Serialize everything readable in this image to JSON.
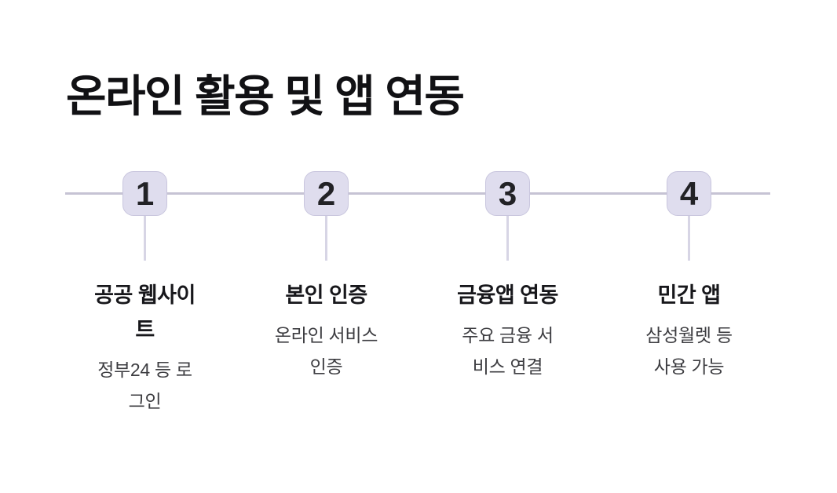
{
  "title": "온라인 활용 및 앱 연동",
  "timeline": {
    "colors": {
      "badge_bg": "#dfddee",
      "badge_border": "#c9c6de",
      "axis_line": "#c6c3d4",
      "connector_line": "#d7d5e5",
      "number_text": "#222226",
      "step_title_text": "#17171b",
      "step_desc_text": "#3d3d41"
    },
    "steps": [
      {
        "number": "1",
        "title": "공공 웹사이\n트",
        "description": "정부24 등 로\n그인"
      },
      {
        "number": "2",
        "title": "본인 인증",
        "description": "온라인 서비스\n인증"
      },
      {
        "number": "3",
        "title": "금융앱 연동",
        "description": "주요 금융 서\n비스 연결"
      },
      {
        "number": "4",
        "title": "민간 앱",
        "description": "삼성월렛 등\n사용 가능"
      }
    ]
  }
}
